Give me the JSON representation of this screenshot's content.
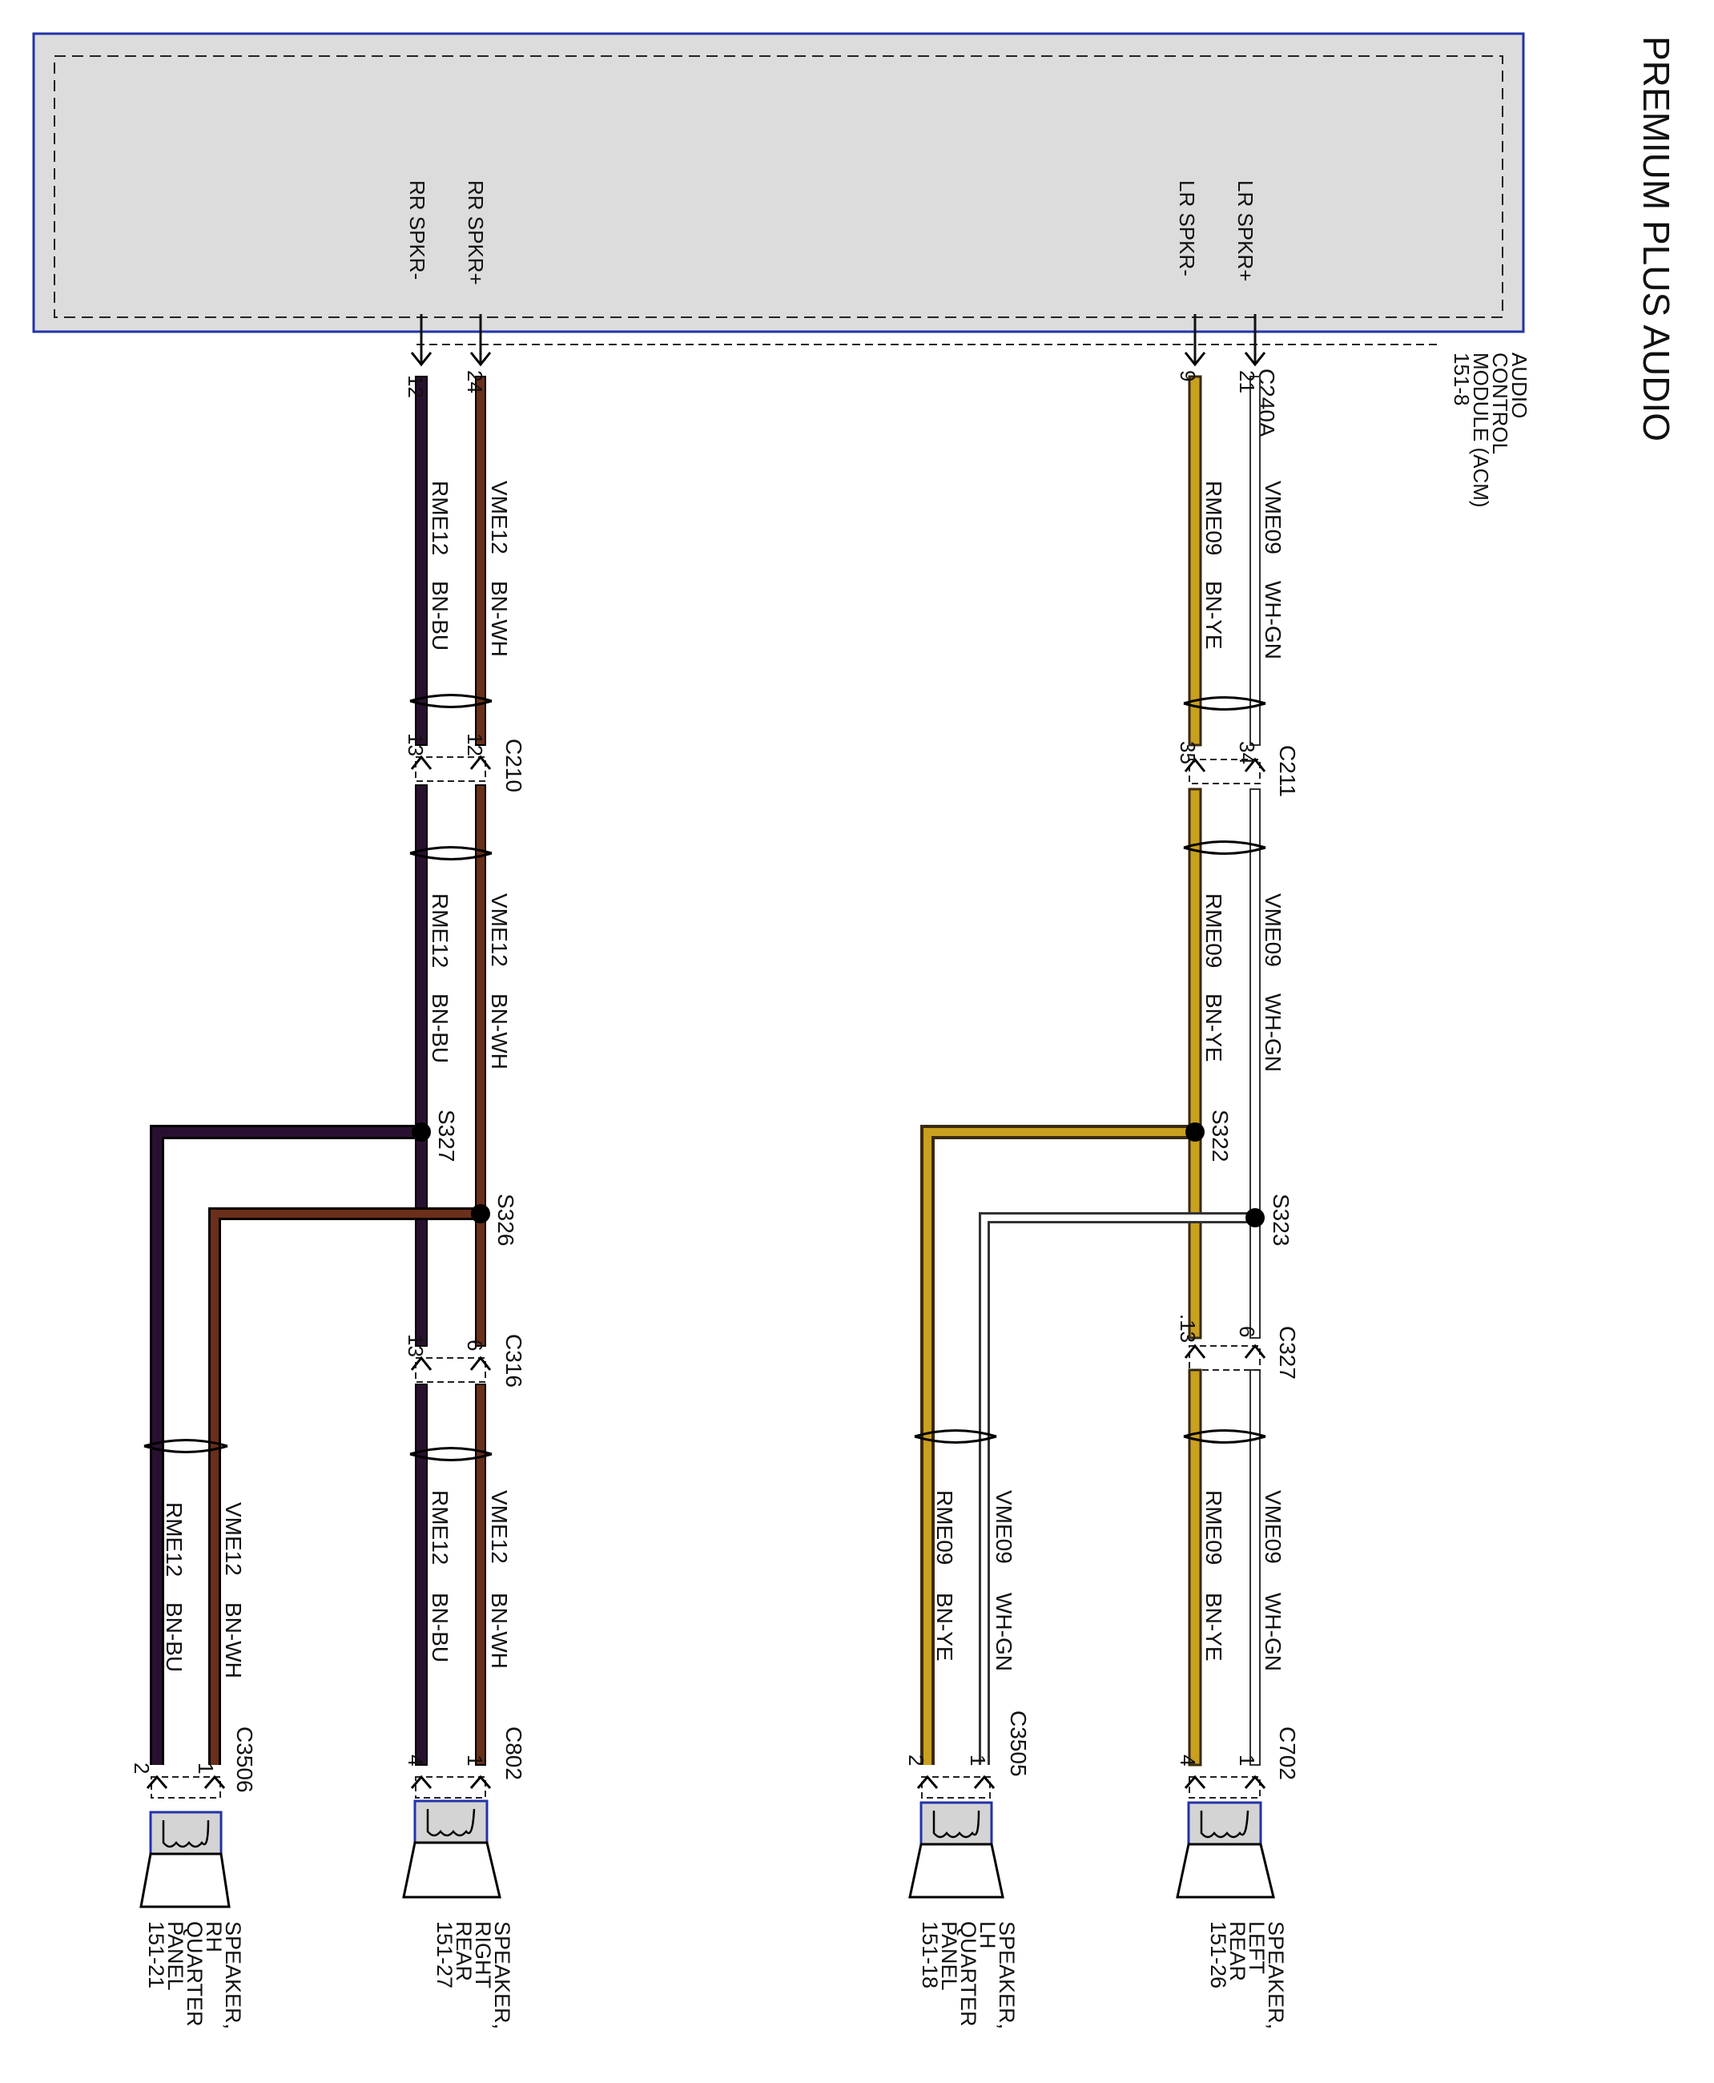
{
  "title": "PREMIUM PLUS AUDIO",
  "module": {
    "name_lines": [
      "AUDIO",
      "CONTROL",
      "MODULE (ACM)",
      "151-8"
    ],
    "pins": [
      "RR SPKR-",
      "RR SPKR+",
      "LR SPKR-",
      "LR SPKR+"
    ],
    "connector": "C240A"
  },
  "colors": {
    "BN-WH": "#6b2f1a",
    "BN-BU": "#2a1030",
    "BN-YE": "#c9a020",
    "WH-GN": "#ffffff",
    "module_border": "#2233aa",
    "module_fill": "#dcdcdc"
  },
  "pin_numbers": {
    "acm_right_minus": "12",
    "acm_right_plus": "24",
    "acm_left_minus": "9",
    "acm_left_plus": "21",
    "c210_minus": "13",
    "c210_plus": "12",
    "c211_minus": "35",
    "c211_plus": "34",
    "c316_minus": "13",
    "c316_plus": "6",
    "c327_minus": ".13",
    "c327_plus": "6",
    "spk_rq_minus": "2",
    "spk_rq_plus": "1",
    "spk_rr_minus": "4",
    "spk_rr_plus": "1",
    "spk_lq_minus": "2",
    "spk_lq_plus": "1",
    "spk_lr_minus": "4",
    "spk_lr_plus": "1"
  },
  "connectors": [
    "C210",
    "C211",
    "C316",
    "C327",
    "C802",
    "C702",
    "C3505",
    "C3506"
  ],
  "splices": [
    "S327",
    "S326",
    "S322",
    "S323"
  ],
  "circuits": {
    "rr_plus": "VME12",
    "rr_plus_color": "BN-WH",
    "rr_minus": "RME12",
    "rr_minus_color": "BN-BU",
    "lr_plus": "VME09",
    "lr_plus_color": "WH-GN",
    "lr_minus": "RME09",
    "lr_minus_color": "BN-YE"
  },
  "speakers": [
    {
      "lines": [
        "SPEAKER,",
        "RH",
        "QUARTER",
        "PANEL",
        "151-21"
      ]
    },
    {
      "lines": [
        "SPEAKER,",
        "RIGHT",
        "REAR",
        "151-27"
      ]
    },
    {
      "lines": [
        "SPEAKER,",
        "LH",
        "QUARTER",
        "PANEL",
        "151-18"
      ]
    },
    {
      "lines": [
        "SPEAKER,",
        "LEFT",
        "REAR",
        "151-26"
      ]
    }
  ]
}
